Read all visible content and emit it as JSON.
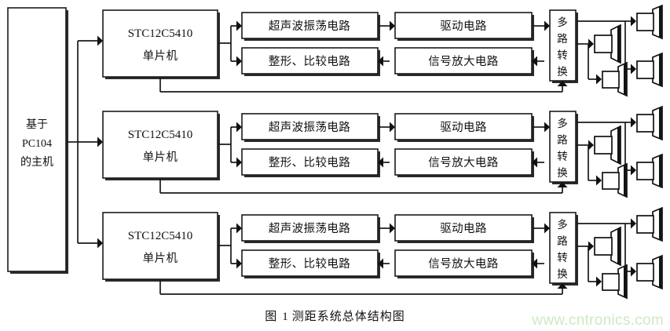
{
  "figure": {
    "caption_prefix": "图",
    "caption_number": "1",
    "caption_title": "测距系统总体结构图",
    "watermark": "www.cntronics.com",
    "line_color": "#1a1a1a",
    "background_color": "#ffffff",
    "watermark_color": "#cfe8c2"
  },
  "host": {
    "line1": "基于",
    "line2": "PC104",
    "line3": "的主机"
  },
  "channels": [
    {
      "mcu_line1": "STC12C5410",
      "mcu_line2": "单片机",
      "transmit_path": [
        "超声波振荡电路",
        "驱动电路"
      ],
      "receive_path": [
        "整形、比较电路",
        "信号放大电路"
      ],
      "mux_label": "多路转换",
      "mux_chars": [
        "多",
        "路",
        "转",
        "换"
      ],
      "transducer_count": 4
    },
    {
      "mcu_line1": "STC12C5410",
      "mcu_line2": "单片机",
      "transmit_path": [
        "超声波振荡电路",
        "驱动电路"
      ],
      "receive_path": [
        "整形、比较电路",
        "信号放大电路"
      ],
      "mux_label": "多路转换",
      "mux_chars": [
        "多",
        "路",
        "转",
        "换"
      ],
      "transducer_count": 4
    },
    {
      "mcu_line1": "STC12C5410",
      "mcu_line2": "单片机",
      "transmit_path": [
        "超声波振荡电路",
        "驱动电路"
      ],
      "receive_path": [
        "整形、比较电路",
        "信号放大电路"
      ],
      "mux_label": "多路转换",
      "mux_chars": [
        "多",
        "路",
        "转",
        "换"
      ],
      "transducer_count": 4
    }
  ]
}
